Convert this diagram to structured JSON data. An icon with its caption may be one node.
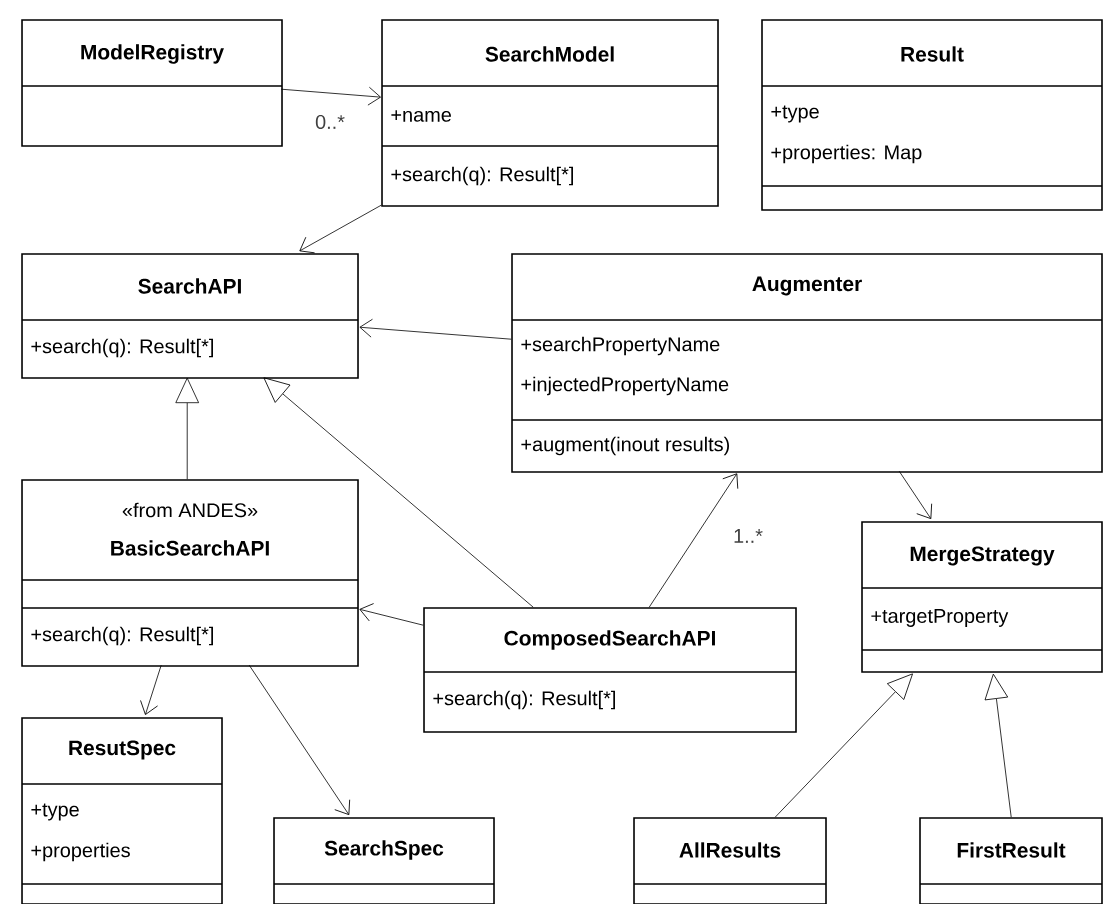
{
  "diagram": {
    "nodes": [
      {
        "text": [
          "ModelRegistry"
        ]
      },
      {
        "text": [
          "SearchModel",
          "+name",
          "+search(q): Result[*]"
        ]
      },
      {
        "text": [
          "Result",
          "+type",
          "+properties: Map"
        ]
      },
      {
        "text": [
          "SearchAPI",
          "+search(q): Result[*]"
        ]
      },
      {
        "text": [
          "Augmenter",
          "+searchPropertyName",
          "+injectedPropertyName",
          "+augment(inout results)"
        ]
      },
      {
        "text": [
          "«from ANDES»",
          "BasicSearchAPI",
          "+search(q): Result[*]"
        ]
      },
      {
        "text": [
          "ComposedSearchAPI",
          "+search(q): Result[*]"
        ]
      },
      {
        "text": [
          "MergeStrategy",
          "+targetProperty"
        ]
      },
      {
        "text": [
          "ResutSpec",
          "+type",
          "+properties"
        ]
      },
      {
        "text": [
          "SearchSpec"
        ]
      },
      {
        "text": [
          "AllResults"
        ]
      },
      {
        "text": [
          "FirstResult"
        ]
      }
    ],
    "edges": [
      {
        "from": 0,
        "to": 1,
        "arrow": "to",
        "label": "0..*"
      },
      {
        "from": 1,
        "to": 3,
        "arrow": "to"
      },
      {
        "from": 4,
        "to": 3,
        "arrow": "to"
      },
      {
        "from": 5,
        "to": 3,
        "arrow": "to"
      },
      {
        "from": 6,
        "to": 3,
        "arrow": "to"
      },
      {
        "from": 6,
        "to": 5,
        "arrow": "to"
      },
      {
        "from": 6,
        "to": 4,
        "arrow": "to",
        "label": "1..*"
      },
      {
        "from": 4,
        "to": 7,
        "arrow": "to"
      },
      {
        "from": 5,
        "to": 8,
        "arrow": "to"
      },
      {
        "from": 5,
        "to": 9,
        "arrow": "to"
      },
      {
        "from": 10,
        "to": 7,
        "arrow": "to"
      },
      {
        "from": 11,
        "to": 7,
        "arrow": "to"
      }
    ]
  }
}
